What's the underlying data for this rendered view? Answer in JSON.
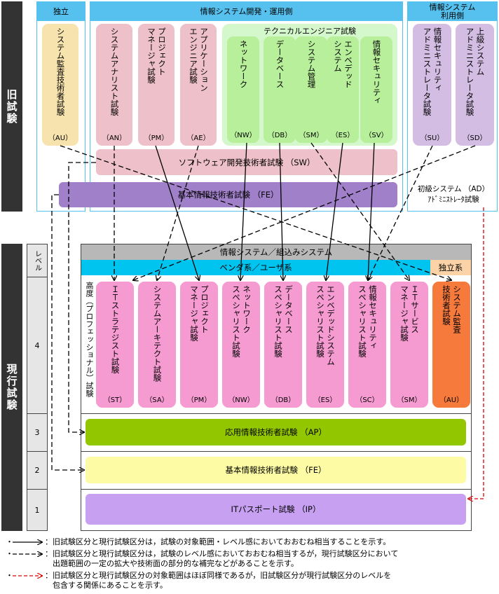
{
  "old_label": "旧試験",
  "new_label": "現行試験",
  "old": {
    "independent_header": "独立",
    "dev_header": "情報システム開発・運用側",
    "user_header": "情報システム\n利用側",
    "technical_header": "テクニカルエンジニア試験",
    "boxes": {
      "au": {
        "title": "システム監査技術者試験",
        "code": "（AU）"
      },
      "an": {
        "title": "システムアナリスト試験",
        "code": "（AN）"
      },
      "pm": {
        "title": "プロジェクト\nマネージャ試験",
        "code": "（PM）"
      },
      "ae": {
        "title": "アプリケーション\nエンジニア試験",
        "code": "（AE）"
      },
      "nw": {
        "title": "ネットワーク",
        "code": "（NW）"
      },
      "db": {
        "title": "データベース",
        "code": "（DB）"
      },
      "sm": {
        "title": "システム管理",
        "code": "（SM）"
      },
      "es": {
        "title": "エンベデッド\nシステム",
        "code": "（ES）"
      },
      "sv": {
        "title": "情報セキュリティ",
        "code": "（SV）"
      },
      "su": {
        "title": "情報セキュリティ\nアドミニストレータ試験",
        "code": "（SU）"
      },
      "sd": {
        "title": "上級システム\nアドミニストレータ試験",
        "code": "（SD）"
      }
    },
    "sw_bar": "ソフトウェア開発技術者試験 （SW）",
    "fe_bar": "基本情報技術者試験 （FE）",
    "ad_box": "初級システム （AD）\nｱﾄﾞﾐﾆｽﾄﾚｰﾀ試験"
  },
  "new": {
    "level_header": "レベル",
    "levels": [
      "4",
      "3",
      "2",
      "1"
    ],
    "system_header": "情報システム／組込みシステム",
    "vendor_header": "ベンダ系／ユーザ系",
    "independent_header": "独立系",
    "level4_label": "高度（プロフェッショナル）試験",
    "boxes": [
      {
        "title": "ＩＴストラテジスト試験",
        "code": "（ST）"
      },
      {
        "title": "システムアーキテクト試験",
        "code": "（SA）"
      },
      {
        "title": "プロジェクト\nマネージャ試験",
        "code": "（PM）"
      },
      {
        "title": "ネットワーク\nスペシャリスト試験",
        "code": "（NW）"
      },
      {
        "title": "データベース\nスペシャリスト試験",
        "code": "（DB）"
      },
      {
        "title": "エンベデッドシステム\nスペシャリスト試験",
        "code": "（ES）"
      },
      {
        "title": "情報セキュリティ\nスペシャリスト試験",
        "code": "（SC）"
      },
      {
        "title": "ＩＴサービス\nマネージャ試験",
        "code": "（SM）"
      },
      {
        "title": "システム監査\n技術者試験",
        "code": "（AU）"
      }
    ],
    "ap_bar": "応用情報技術者試験 （AP）",
    "fe_bar": "基本情報技術者試験 （FE）",
    "ip_bar": "ITパスポート試験 （IP）"
  },
  "legend": [
    {
      "text": "：旧試験区分と現行試験区分は，試験の対象範囲・レベル感においておおむね相当することを示す。"
    },
    {
      "text": "：旧試験区分と現行試験区分は，試験のレベル感においておおむね相当するが，現行試験区分において\n　出題範囲の一定の拡大や技術面の部分的な補完などがあることを示す。"
    },
    {
      "text": "：旧試験区分と現行試験区分の対象範囲はほぼ同様であるが，旧試験区分が現行試験区分のレベルを\n　包含する関係にあることを示す。"
    }
  ],
  "colors": {
    "header_blue": "#56c1ef",
    "old_pink": "#eec0c9",
    "old_green_zone": "#d5f7cc",
    "old_green": "#b7ef9a",
    "old_purple": "#d3bde3",
    "old_au": "#f7e3ad",
    "fe_purple": "#a080c8",
    "new_pink": "#f59bd1",
    "new_orange": "#f57a3c",
    "ap_green": "#92c700",
    "fe_yellow": "#fdfca4",
    "ip_purple": "#c8a0f2",
    "red_arrow": "#dd0000"
  }
}
